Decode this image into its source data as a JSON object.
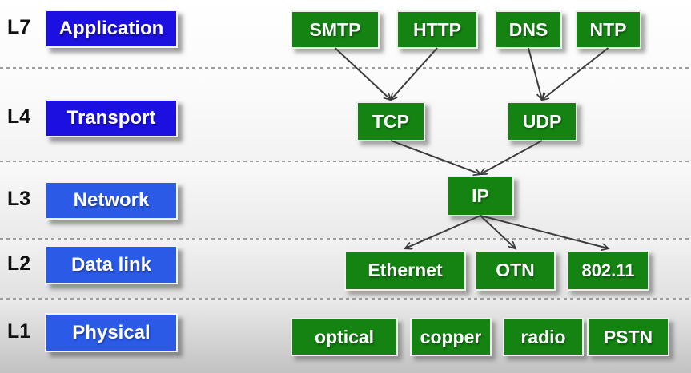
{
  "diagram": {
    "layer_rows": [
      {
        "level": "L7",
        "layer_name": "Application"
      },
      {
        "level": "L4",
        "layer_name": "Transport"
      },
      {
        "level": "L3",
        "layer_name": "Network"
      },
      {
        "level": "L2",
        "layer_name": "Data link"
      },
      {
        "level": "L1",
        "layer_name": "Physical"
      }
    ],
    "protocol_nodes": [
      {
        "id": "smtp",
        "label": "SMTP"
      },
      {
        "id": "http",
        "label": "HTTP"
      },
      {
        "id": "dns",
        "label": "DNS"
      },
      {
        "id": "ntp",
        "label": "NTP"
      },
      {
        "id": "tcp",
        "label": "TCP"
      },
      {
        "id": "udp",
        "label": "UDP"
      },
      {
        "id": "ip",
        "label": "IP"
      },
      {
        "id": "ethernet",
        "label": "Ethernet"
      },
      {
        "id": "otn",
        "label": "OTN"
      },
      {
        "id": "802_11",
        "label": "802.11"
      },
      {
        "id": "optical",
        "label": "optical"
      },
      {
        "id": "copper",
        "label": "copper"
      },
      {
        "id": "radio",
        "label": "radio"
      },
      {
        "id": "pstn",
        "label": "PSTN"
      }
    ],
    "edges": [
      {
        "from": "smtp",
        "to": "tcp"
      },
      {
        "from": "http",
        "to": "tcp"
      },
      {
        "from": "dns",
        "to": "udp"
      },
      {
        "from": "ntp",
        "to": "udp"
      },
      {
        "from": "tcp",
        "to": "ip"
      },
      {
        "from": "udp",
        "to": "ip"
      },
      {
        "from": "ip",
        "to": "ethernet"
      },
      {
        "from": "ip",
        "to": "otn"
      },
      {
        "from": "ip",
        "to": "802_11"
      }
    ],
    "colors": {
      "layer_box_dark_blue": "#1b10e0",
      "layer_box_bright_blue": "#2b5ae6",
      "protocol_green": "#148312",
      "arrow": "#3c3c3c"
    }
  }
}
